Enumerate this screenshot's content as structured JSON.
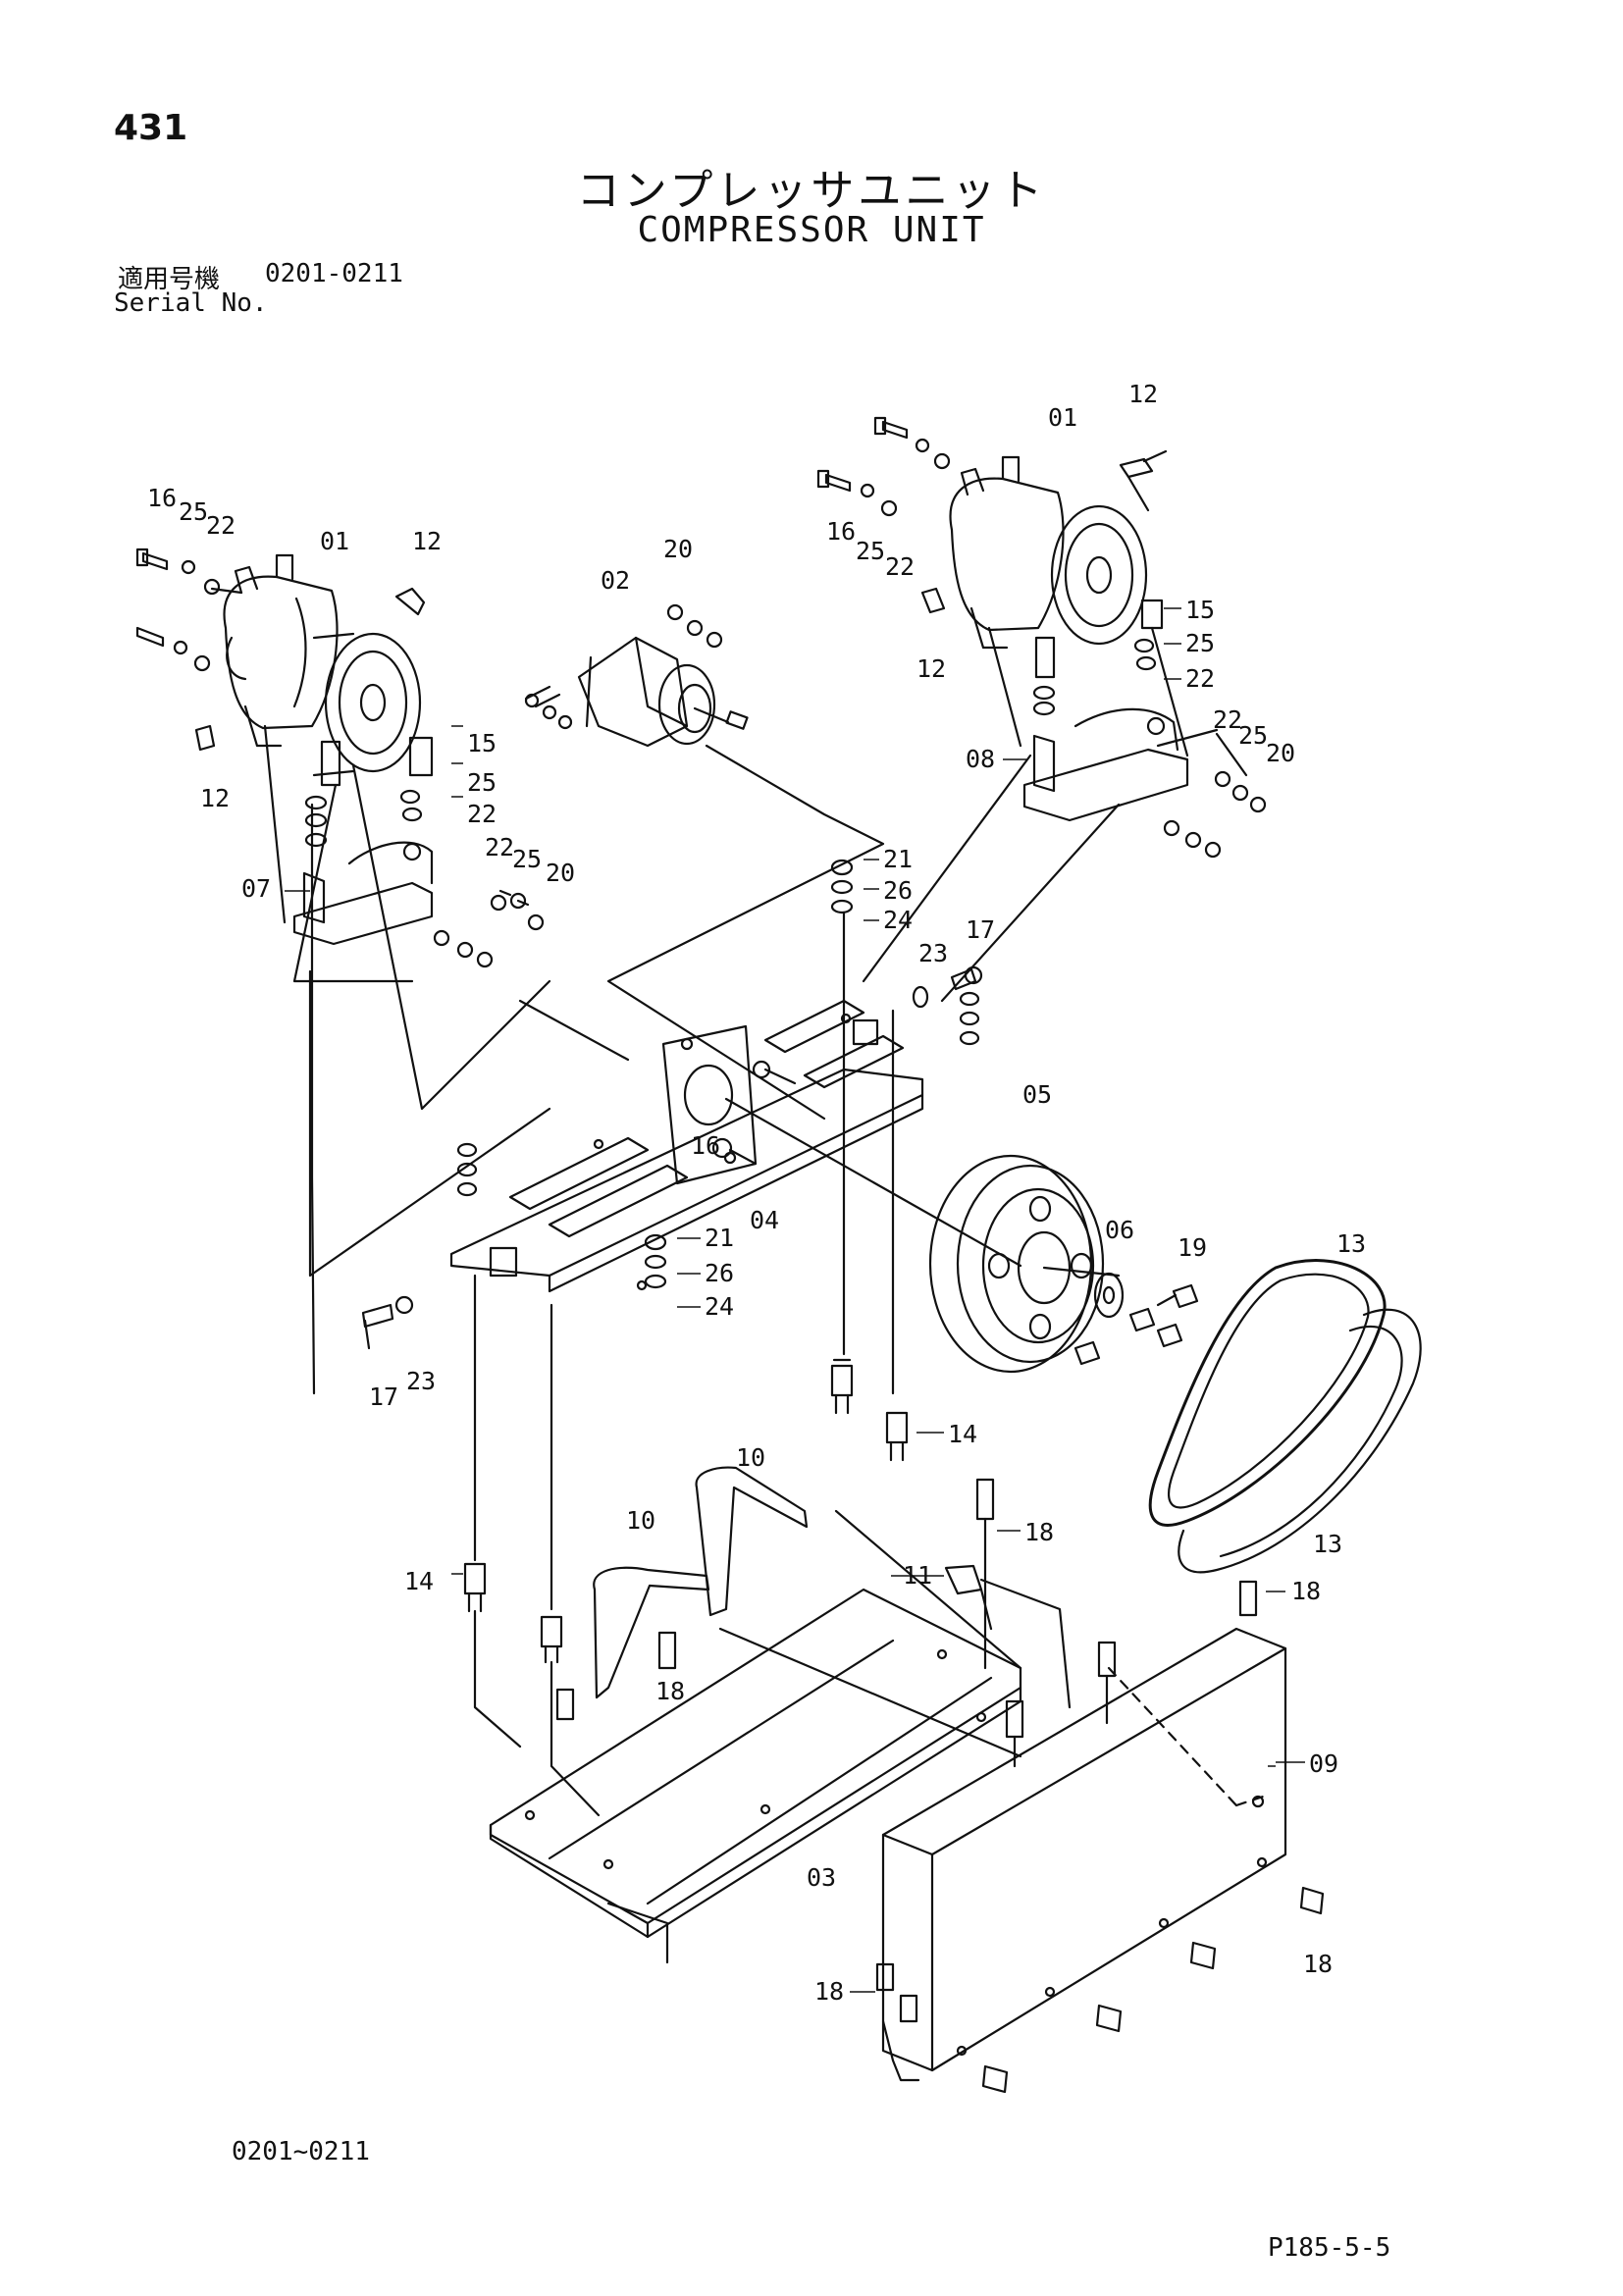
{
  "page_number": "431",
  "title_jp": "コンプレッサユニット",
  "title_en": "COMPRESSOR UNIT",
  "serial": {
    "label_jp": "適用号機",
    "label_en": "Serial No.",
    "value": "0201-0211"
  },
  "footer_range": "0201~0211",
  "footer_code": "P185-5-5",
  "callouts": {
    "c01a": "01",
    "c01b": "01",
    "c02": "02",
    "c03": "03",
    "c04": "04",
    "c05": "05",
    "c06": "06",
    "c07": "07",
    "c08": "08",
    "c09": "09",
    "c10a": "10",
    "c10b": "10",
    "c11": "11",
    "c12a": "12",
    "c12b": "12",
    "c12c": "12",
    "c12d": "12",
    "c13a": "13",
    "c13b": "13",
    "c14a": "14",
    "c14b": "14",
    "c15a": "15",
    "c15b": "15",
    "c16a": "16",
    "c16b": "16",
    "c16c": "16",
    "c17a": "17",
    "c17b": "17",
    "c18a": "18",
    "c18b": "18",
    "c18c": "18",
    "c18d": "18",
    "c18e": "18",
    "c19": "19",
    "c20a": "20",
    "c20b": "20",
    "c20c": "20",
    "c21a": "21",
    "c21b": "21",
    "c22a": "22",
    "c22b": "22",
    "c22c": "22",
    "c22d": "22",
    "c22e": "22",
    "c22f": "22",
    "c23a": "23",
    "c23b": "23",
    "c24a": "24",
    "c24b": "24",
    "c25a": "25",
    "c25b": "25",
    "c25c": "25",
    "c25d": "25",
    "c25e": "25",
    "c25f": "25",
    "c26a": "26",
    "c26b": "26"
  }
}
